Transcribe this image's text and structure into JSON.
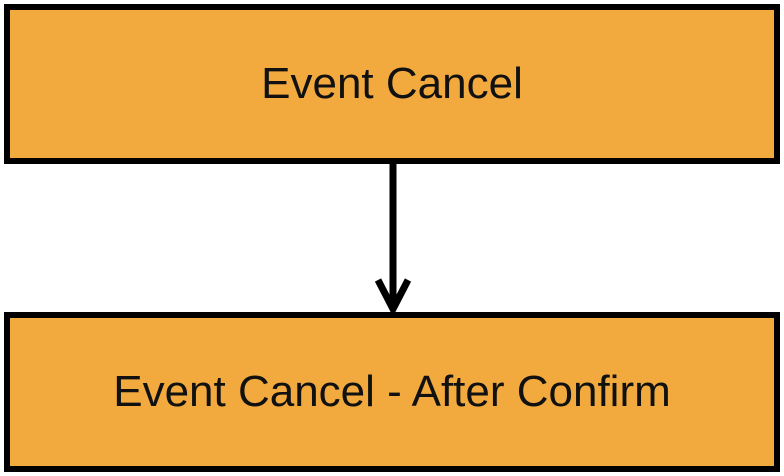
{
  "colors": {
    "node_fill": "#F2A93E",
    "node_border": "#000000",
    "text": "#111111",
    "edge": "#000000"
  },
  "nodes": {
    "top": {
      "label": "Event Cancel"
    },
    "bottom": {
      "label": "Event Cancel - After Confirm"
    }
  },
  "edges": [
    {
      "from": "top",
      "to": "bottom",
      "arrow": "end"
    }
  ]
}
